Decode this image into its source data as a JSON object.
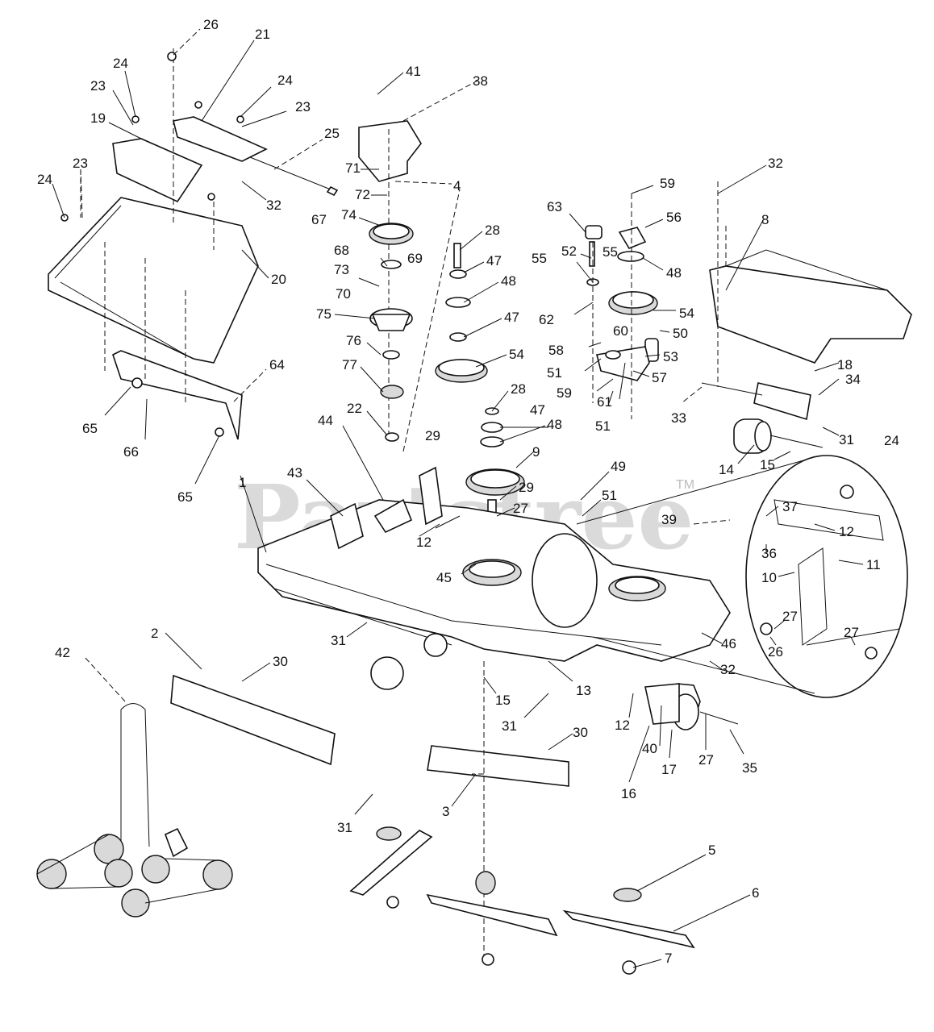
{
  "watermark": {
    "text": "Partstree",
    "trademark": "TM"
  },
  "callouts": [
    "1",
    "2",
    "3",
    "4",
    "5",
    "6",
    "7",
    "8",
    "9",
    "10",
    "11",
    "12",
    "13",
    "14",
    "15",
    "16",
    "17",
    "18",
    "19",
    "20",
    "21",
    "22",
    "23",
    "24",
    "25",
    "26",
    "27",
    "28",
    "29",
    "30",
    "31",
    "32",
    "33",
    "34",
    "35",
    "36",
    "37",
    "38",
    "39",
    "40",
    "41",
    "42",
    "43",
    "44",
    "45",
    "46",
    "47",
    "48",
    "49",
    "50",
    "51",
    "52",
    "53",
    "54",
    "55",
    "56",
    "57",
    "58",
    "59",
    "60",
    "61",
    "62",
    "63",
    "64",
    "65",
    "66",
    "67",
    "68",
    "69",
    "70",
    "71",
    "72",
    "73",
    "74",
    "75",
    "76",
    "77"
  ],
  "labels": {
    "l26": "26",
    "l21": "21",
    "l24a": "24",
    "l23a": "23",
    "l24b": "24",
    "l23b": "23",
    "l19": "19",
    "l25": "25",
    "l24c": "24",
    "l23c": "23",
    "l32a": "32",
    "l20": "20",
    "l64": "64",
    "l65a": "65",
    "l66": "66",
    "l65b": "65",
    "l41": "41",
    "l38": "38",
    "l71": "71",
    "l4": "4",
    "l72": "72",
    "l74": "74",
    "l67": "67",
    "l69": "69",
    "l68": "68",
    "l73": "73",
    "l70": "70",
    "l75": "75",
    "l76": "76",
    "l77": "77",
    "l22": "22",
    "l28a": "28",
    "l47a": "47",
    "l48a": "48",
    "l47b": "47",
    "l54a": "54",
    "l28b": "28",
    "l47c": "47",
    "l48b": "48",
    "l29a": "29",
    "l9": "9",
    "l29b": "29",
    "l27a": "27",
    "l63": "63",
    "l59a": "59",
    "l56": "56",
    "l52": "52",
    "l55a": "55",
    "l55b": "55",
    "l48c": "48",
    "l62": "62",
    "l54b": "54",
    "l60": "60",
    "l50": "50",
    "l58": "58",
    "l51a": "51",
    "l53": "53",
    "l59b": "59",
    "l61": "61",
    "l57": "57",
    "l51b": "51",
    "l32b": "32",
    "l8": "8",
    "l18": "18",
    "l34": "34",
    "l33": "33",
    "l31a": "31",
    "l24d": "24",
    "l14": "14",
    "l15a": "15",
    "l44": "44",
    "l43": "43",
    "l1": "1",
    "l12a": "12",
    "l45": "45",
    "l49": "49",
    "l51c": "51",
    "l39": "39",
    "l37": "37",
    "l12b": "12",
    "l36": "36",
    "l11": "11",
    "l10": "10",
    "l27b": "27",
    "l27c": "27",
    "l26b": "26",
    "l46": "46",
    "l32c": "32",
    "l2": "2",
    "l31b": "31",
    "l30a": "30",
    "l42": "42",
    "l15b": "15",
    "l13": "13",
    "l31c": "31",
    "l30b": "30",
    "l12c": "12",
    "l40": "40",
    "l27d": "27",
    "l35": "35",
    "l16": "16",
    "l17": "17",
    "l3": "3",
    "l31d": "31",
    "l5": "5",
    "l6": "6",
    "l7": "7"
  }
}
